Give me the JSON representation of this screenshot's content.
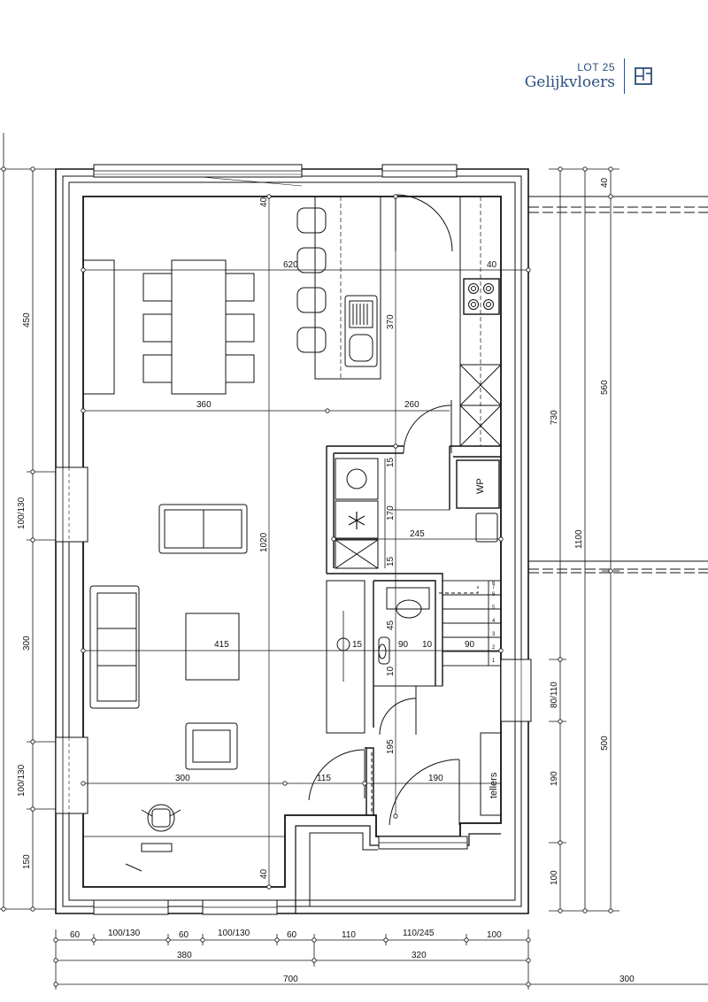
{
  "header": {
    "lot": "LOT 25",
    "floor_name": "Gelijkvloers",
    "icon": "floorplan-icon",
    "accent_color": "#2c4f7c"
  },
  "dimensions": {
    "bottom_row1": [
      "60",
      "100/130",
      "60",
      "100/130",
      "60",
      "110",
      "110/245",
      "100"
    ],
    "bottom_row2": [
      "380",
      "320"
    ],
    "bottom_row3": [
      "700",
      "300"
    ],
    "left": [
      "450",
      "100/130",
      "300",
      "100/130",
      "150"
    ],
    "right": [
      "40",
      "730",
      "560",
      "1100",
      "80/110",
      "500",
      "190",
      "100"
    ],
    "interior": {
      "top_left_40": "40",
      "bottom_left_40": "40",
      "width_620": "620",
      "right_40": "40",
      "height_370": "370",
      "width_360": "360",
      "width_260": "260",
      "height_1020": "1020",
      "height_15a": "15",
      "height_170": "170",
      "width_245": "245",
      "height_15b": "15",
      "width_415": "415",
      "width_15": "15",
      "height_45": "45",
      "width_90a": "90",
      "width_10a": "10",
      "width_90b": "90",
      "height_10": "10",
      "height_195": "195",
      "width_300": "300",
      "width_115": "115",
      "width_190": "190"
    }
  },
  "labels": {
    "wp": "WP",
    "tellers": "tellers"
  },
  "stair_steps": [
    "1",
    "2",
    "3",
    "4",
    "5",
    "6",
    "7",
    "8"
  ]
}
